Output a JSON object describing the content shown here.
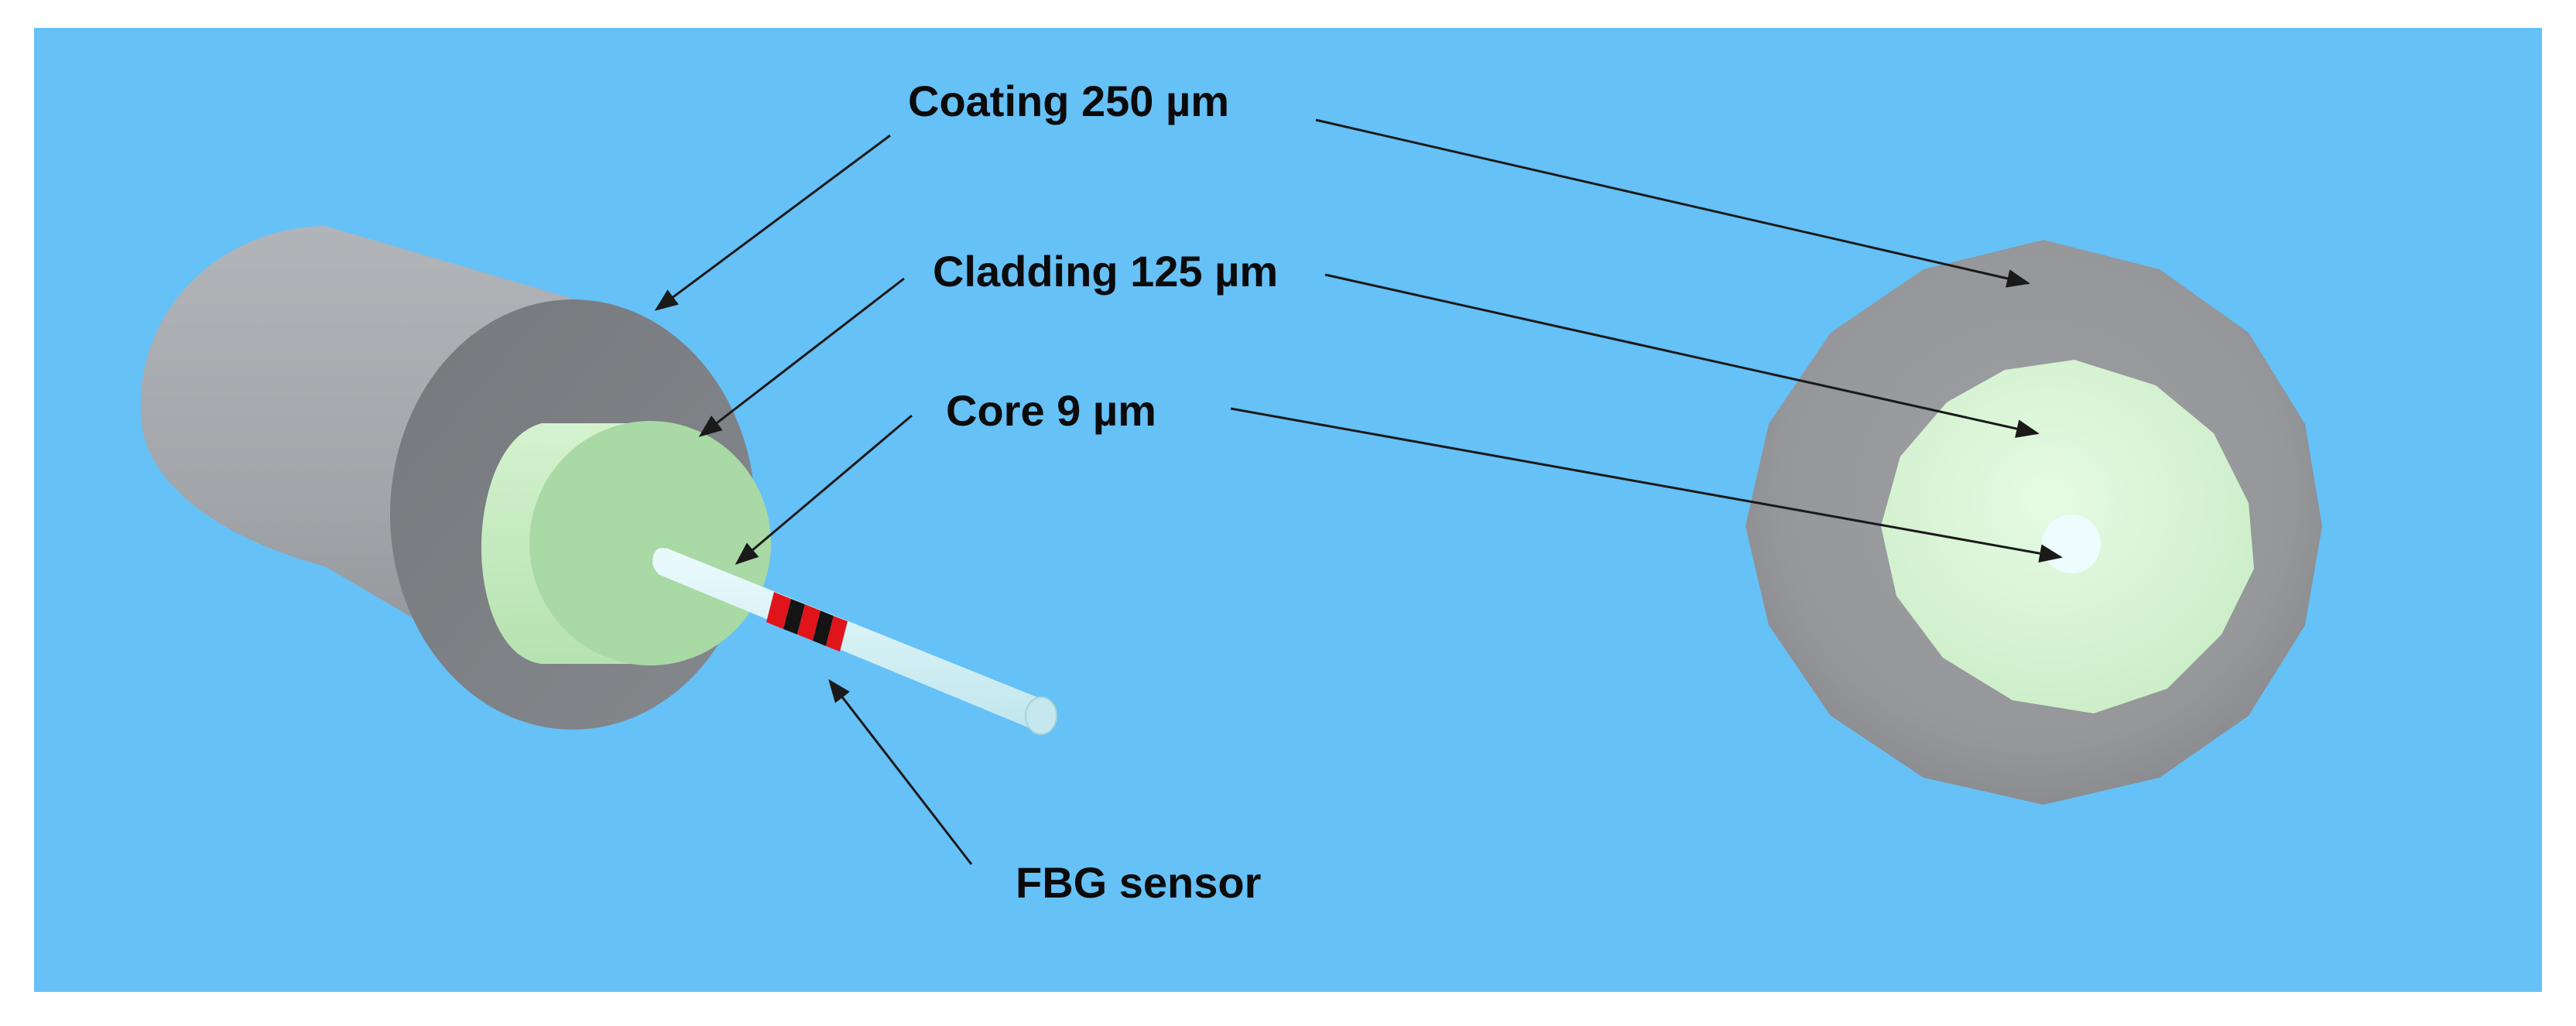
{
  "labels": {
    "coating": "Coating 250 µm",
    "cladding": "Cladding 125 µm",
    "core": "Core 9 µm",
    "fbg": "FBG sensor"
  },
  "colors": {
    "background": "#66c1f7",
    "coating_side": "#a4a7ab",
    "coating_face": "#7b7e82",
    "cladding_face": "#a9d9a5",
    "cladding_side": "#c8ecc4",
    "core": "#d9f3f7",
    "grating_red": "#e0141b",
    "grating_black": "#141414",
    "arrow": "#1a1a1a"
  }
}
